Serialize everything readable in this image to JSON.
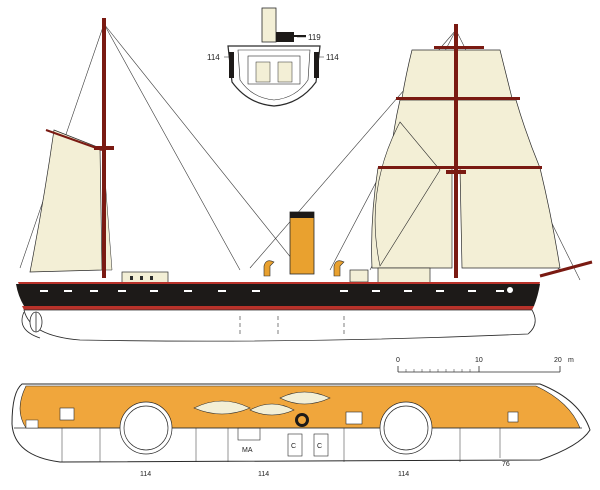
{
  "colors": {
    "sail": "#f3efd6",
    "mast": "#7a1a12",
    "hull_dark": "#1d1a18",
    "hull_stripe": "#b8322a",
    "deck": "#f0a63c",
    "funnel": "#e9a12f",
    "rigging": "#3a3a3a",
    "outline": "#2a2a2a",
    "water": "#ffffff"
  },
  "cross_section": {
    "label_top_right": "119",
    "label_left": "114",
    "label_right": "114"
  },
  "scale": {
    "ticks": [
      "0",
      "10",
      "20"
    ],
    "unit": "m"
  },
  "deck_plan": {
    "label_ma": "MA",
    "label_c1": "C",
    "label_c2": "C",
    "bottom_labels": [
      "114",
      "114",
      "114"
    ],
    "label_stern": "76"
  },
  "icons": {
    "propeller": "propeller-icon",
    "turret": "gun-turret-icon"
  }
}
